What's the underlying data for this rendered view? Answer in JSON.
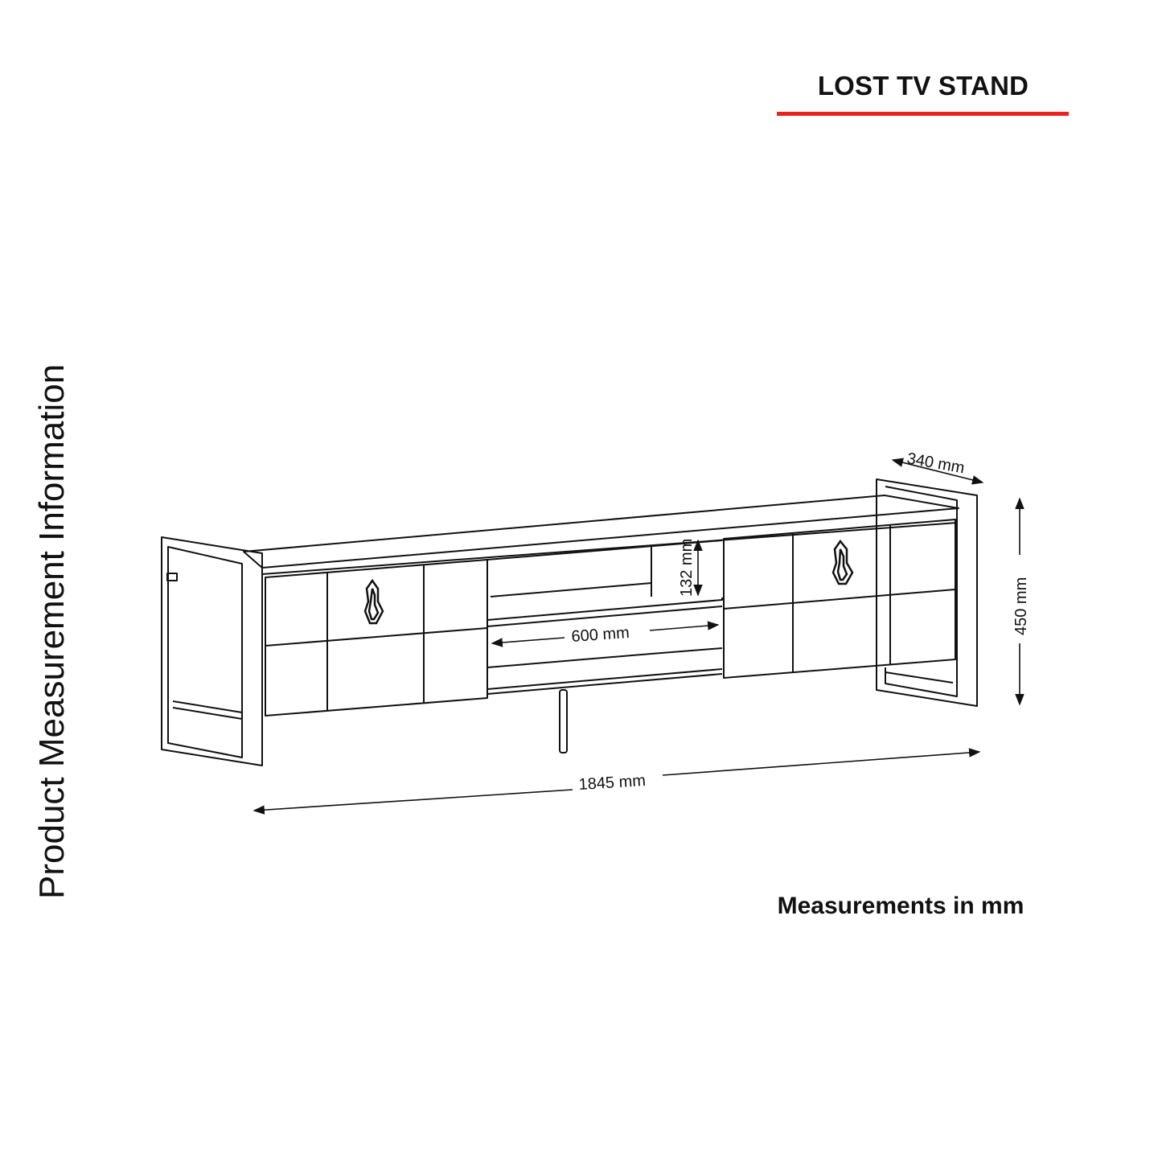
{
  "colors": {
    "accent": "#e8231f",
    "line": "#111111",
    "background": "#ffffff"
  },
  "header": {
    "title": "LOST TV STAND"
  },
  "side_label": "Product Measurement Information",
  "dimensions": {
    "depth": "340 mm",
    "height": "450 mm",
    "shelf_height": "132 mm",
    "shelf_width": "600 mm",
    "total_width": "1845 mm"
  },
  "footer": {
    "note": "Measurements in mm"
  }
}
